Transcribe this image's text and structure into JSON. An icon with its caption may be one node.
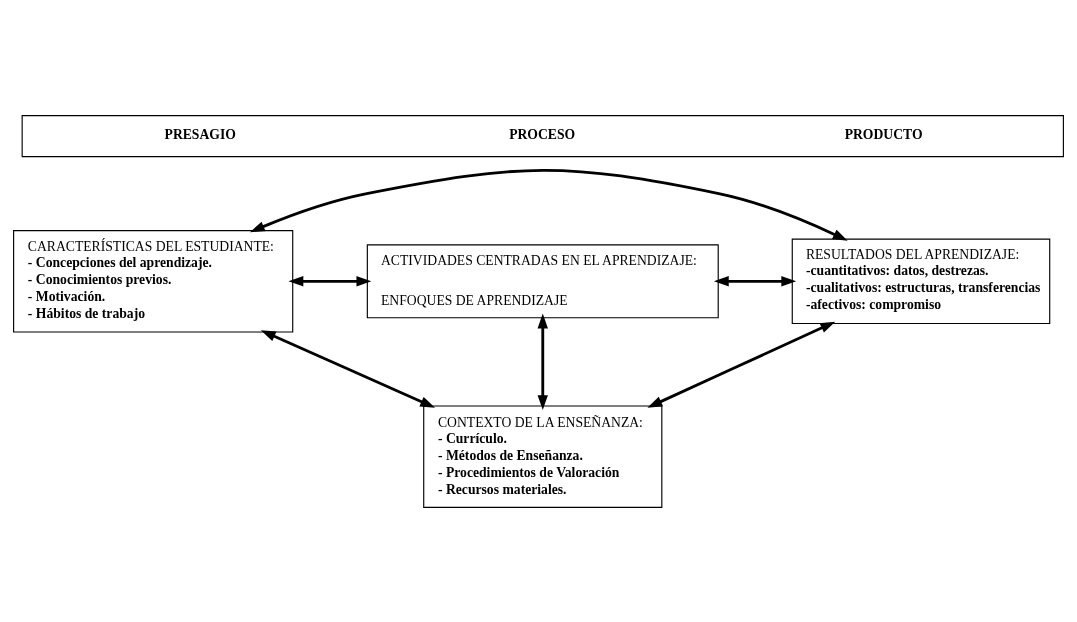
{
  "diagram": {
    "nodes": [
      {
        "text": [
          "PRESAGIO",
          "PROCESO",
          "PRODUCTO"
        ]
      },
      {
        "text": [
          "CARACTERÍSTICAS DEL ESTUDIANTE:",
          "- Concepciones del aprendizaje.",
          "- Conocimientos previos.",
          "- Motivación.",
          "- Hábitos de trabajo"
        ]
      },
      {
        "text": [
          "ACTIVIDADES CENTRADAS EN EL APRENDIZAJE:",
          "ENFOQUES DE APRENDIZAJE"
        ]
      },
      {
        "text": [
          "CONTEXTO DE LA ENSEÑANZA:",
          "- Currículo.",
          "- Métodos de Enseñanza.",
          "- Procedimientos de Valoración",
          "- Recursos materiales."
        ]
      },
      {
        "text": [
          "RESULTADOS DEL APRENDIZAJE:",
          "-cuantitativos: datos, destrezas.",
          "-cualitativos: estructuras, transferencias",
          "-afectivos: compromiso"
        ]
      }
    ],
    "edges": [
      {
        "from": 1,
        "to": 4,
        "arrow": "both"
      },
      {
        "from": 1,
        "to": 2,
        "arrow": "both"
      },
      {
        "from": 1,
        "to": 3,
        "arrow": "both"
      },
      {
        "from": 2,
        "to": 4,
        "arrow": "both"
      },
      {
        "from": 3,
        "to": 2,
        "arrow": "both"
      },
      {
        "from": 3,
        "to": 4,
        "arrow": "both"
      }
    ]
  }
}
